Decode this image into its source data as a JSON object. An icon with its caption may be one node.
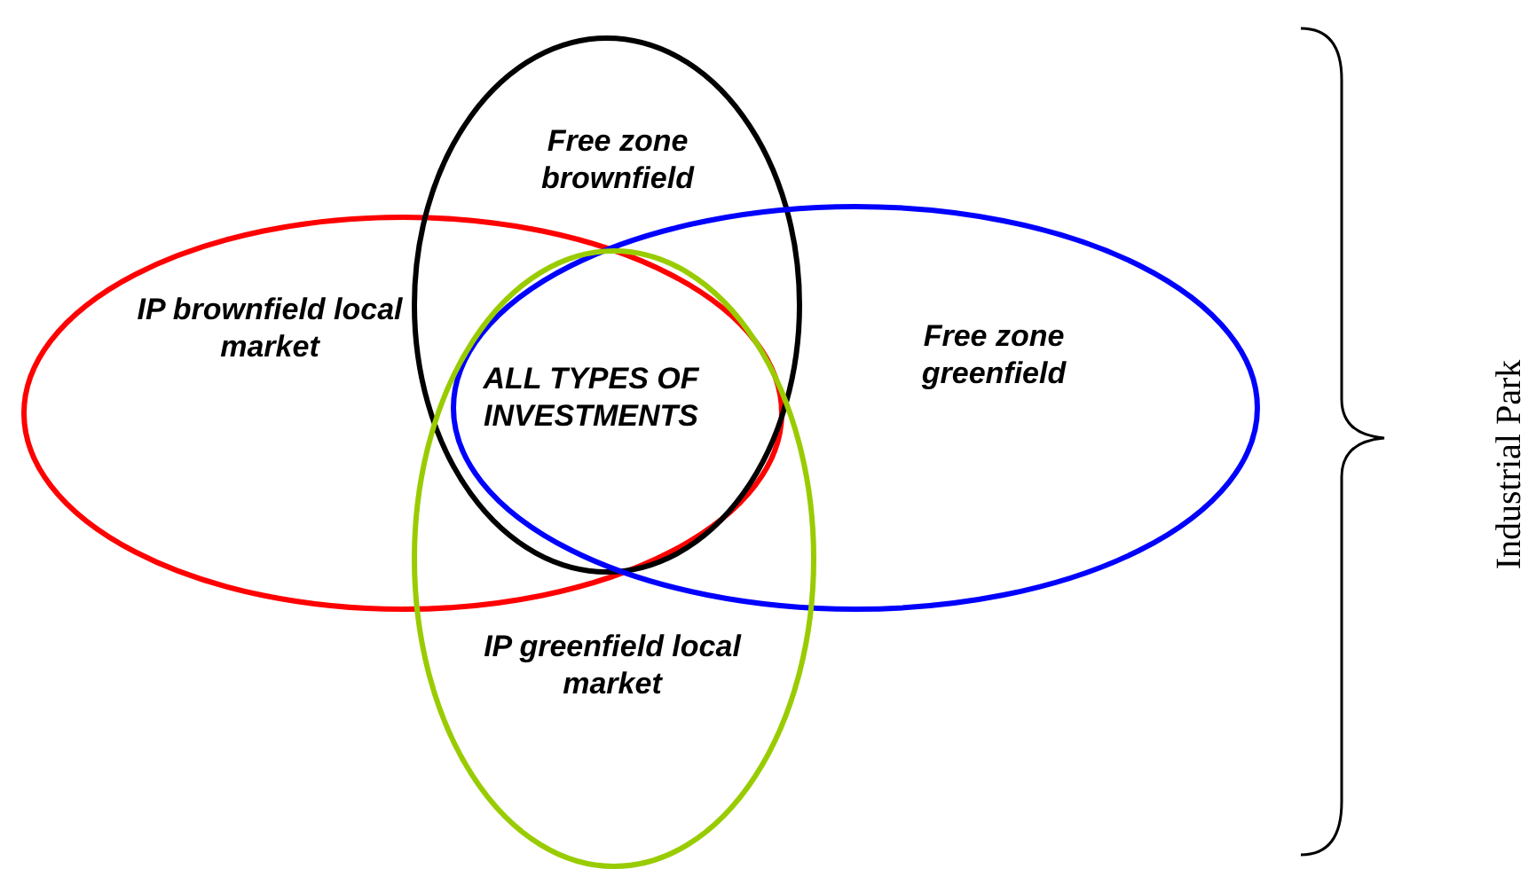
{
  "diagram": {
    "nodes": [
      {
        "text": [
          "IP brownfield local market"
        ]
      },
      {
        "text": [
          "Free zone brownfield"
        ]
      },
      {
        "text": [
          "Free zone greenfield"
        ]
      },
      {
        "text": [
          "IP greenfield local market"
        ]
      }
    ],
    "labels": [
      "ALL TYPES OF INVESTMENTS",
      "Industrial Park"
    ]
  }
}
